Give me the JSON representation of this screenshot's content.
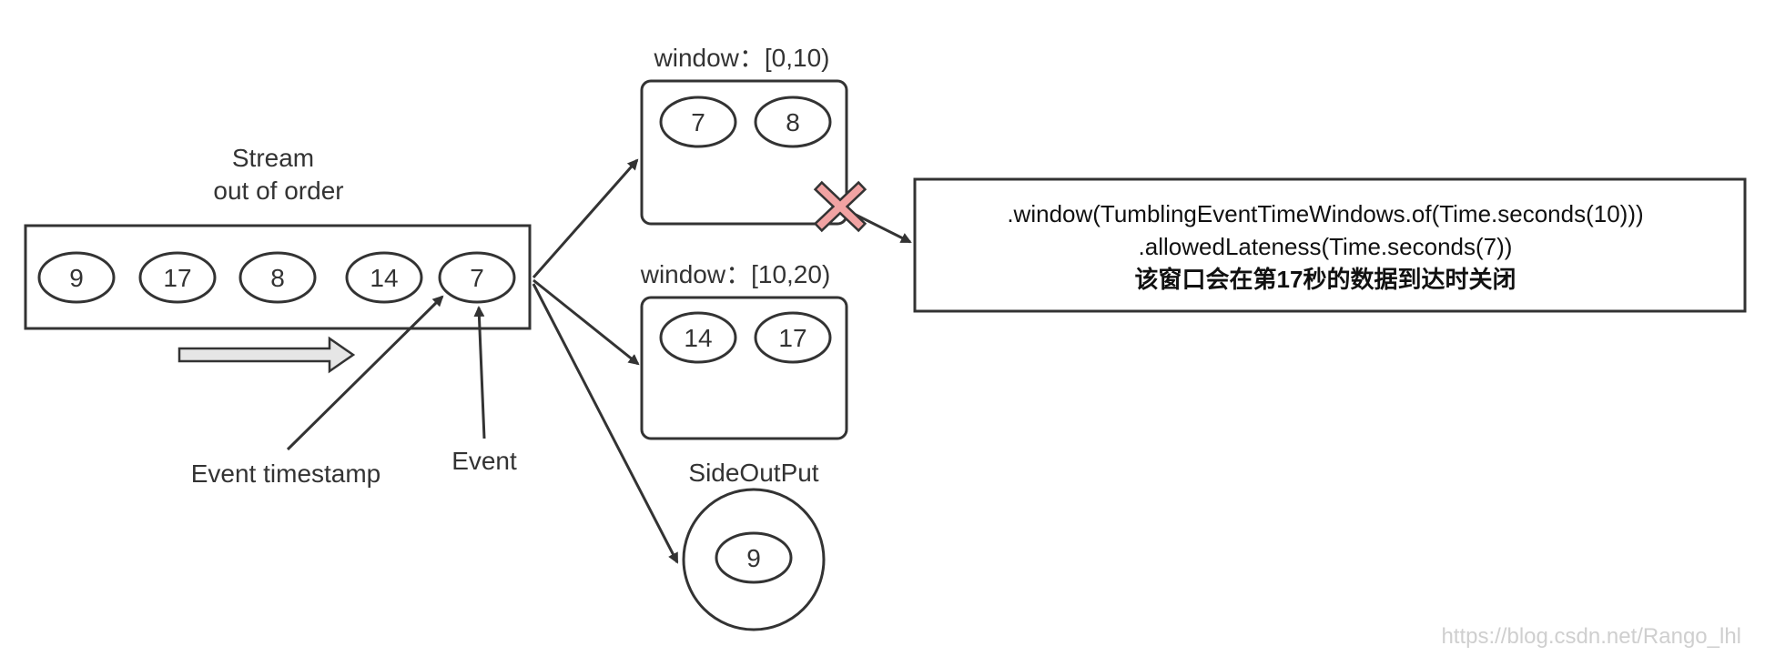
{
  "stream": {
    "title_line1": "Stream",
    "title_line2": "out of order",
    "events": [
      "9",
      "17",
      "8",
      "14",
      "7"
    ]
  },
  "labels": {
    "event_timestamp": "Event timestamp",
    "event": "Event"
  },
  "windows": [
    {
      "label": "window：[0,10)",
      "events": [
        "7",
        "8"
      ]
    },
    {
      "label": "window：[10,20)",
      "events": [
        "14",
        "17"
      ]
    }
  ],
  "side_output": {
    "label": "SideOutPut",
    "event": "9"
  },
  "code_box": {
    "line1": ".window(TumblingEventTimeWindows.of(Time.seconds(10)))",
    "line2": ".allowedLateness(Time.seconds(7))",
    "line3": "该窗口会在第17秒的数据到达时关闭"
  },
  "watermark": "https://blog.csdn.net/Rango_lhl",
  "colors": {
    "stroke": "#333333",
    "close_mark": "#f1a3a3",
    "arrow_fill": "#e6e6e6"
  },
  "icons": {
    "close_mark": "x-icon"
  }
}
